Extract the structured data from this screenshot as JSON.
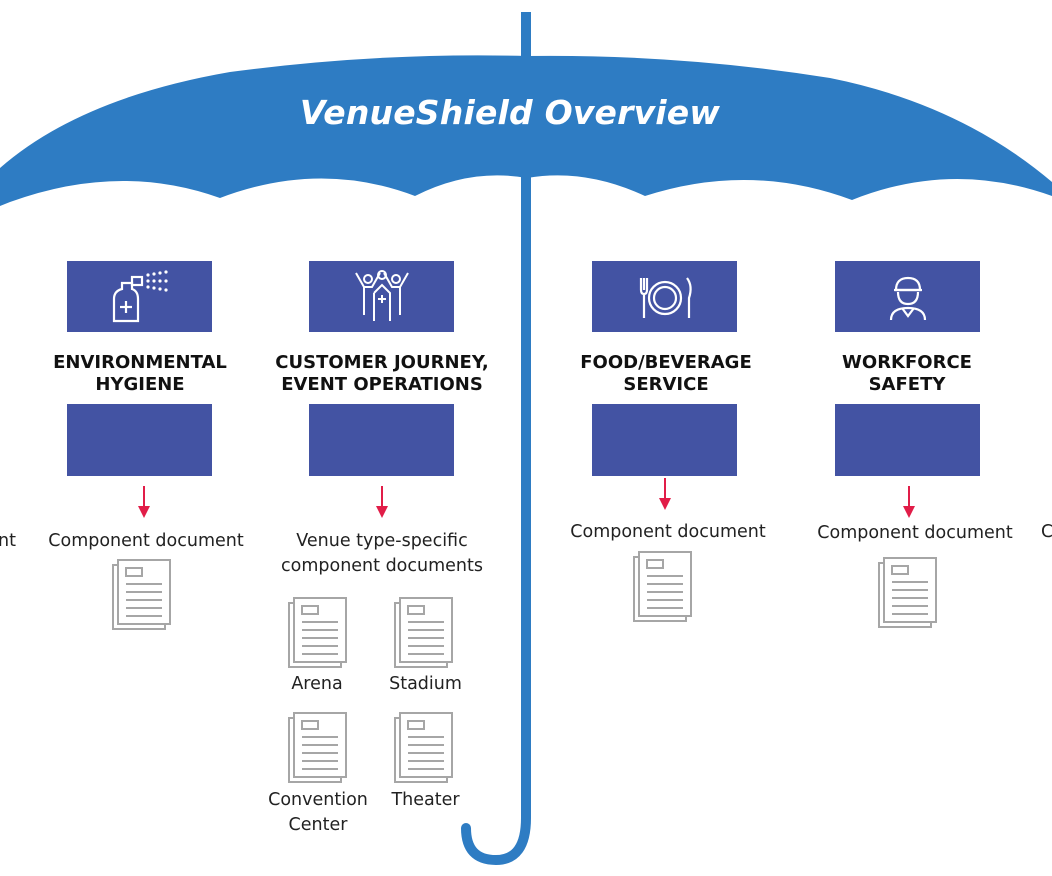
{
  "title": "VenueShield Overview",
  "colors": {
    "umbrella": "#2e7cc3",
    "box": "#4353a3",
    "arrow": "#e11d48",
    "doc": "#a6a6a6"
  },
  "columns": [
    {
      "heading": "ENVIRONMENTAL\nHYGIENE",
      "icon": "sanitizer-spray-icon",
      "doc_label": "Component document"
    },
    {
      "heading": "CUSTOMER JOURNEY,\nEVENT OPERATIONS",
      "icon": "crowd-cheering-icon",
      "doc_label": "Venue type-specific\ncomponent documents",
      "venue_types": [
        "Arena",
        "Stadium",
        "Convention\nCenter",
        "Theater"
      ]
    },
    {
      "heading": "FOOD/BEVERAGE\nSERVICE",
      "icon": "plate-fork-knife-icon",
      "doc_label": "Component document"
    },
    {
      "heading": "WORKFORCE\nSAFETY",
      "icon": "worker-cap-icon",
      "doc_label": "Component document"
    }
  ],
  "edge_left_text": "nt",
  "edge_right_text": "C"
}
